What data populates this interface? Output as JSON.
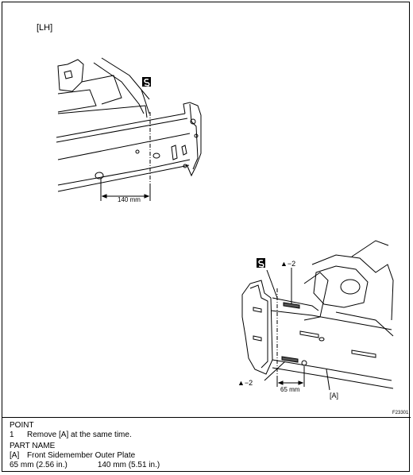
{
  "figure": {
    "side_label": "[LH]",
    "figure_id": "F23301",
    "top_view": {
      "dimension": "140 mm",
      "service_icon": "sst-hammer-icon"
    },
    "bottom_view": {
      "dimension": "65 mm",
      "part_callout": "[A]",
      "warning_label_top": "▲−2",
      "warning_label_bottom": "▲−2",
      "service_icon": "sst-hammer-icon"
    }
  },
  "notes": {
    "point_heading": "POINT",
    "steps": [
      {
        "number": "1",
        "text": "Remove [A] at the same time."
      }
    ],
    "part_name_heading": "PART NAME",
    "parts": [
      {
        "tag": "[A]",
        "name": "Front Sidemember Outer Plate"
      }
    ],
    "measurements": [
      "65 mm (2.56 in.)",
      "140 mm (5.51 in.)"
    ]
  }
}
